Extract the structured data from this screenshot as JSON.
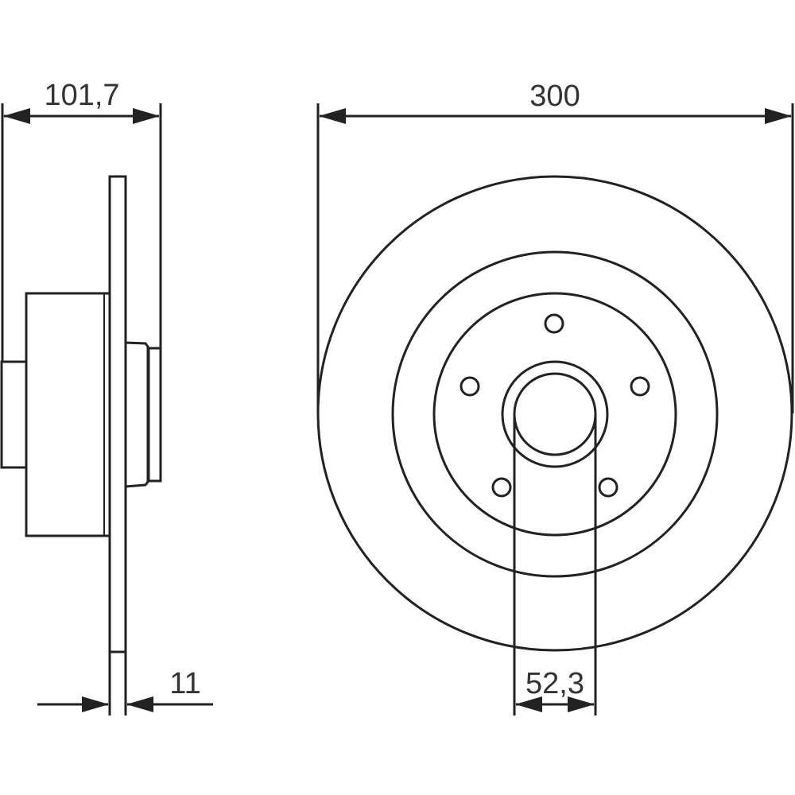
{
  "drawing": {
    "dimensions": {
      "overall_height": "101,7",
      "disc_diameter": "300",
      "disc_thickness": "11",
      "center_bore": "52,3"
    },
    "bolt_holes": 5,
    "line_color": "#222222"
  }
}
